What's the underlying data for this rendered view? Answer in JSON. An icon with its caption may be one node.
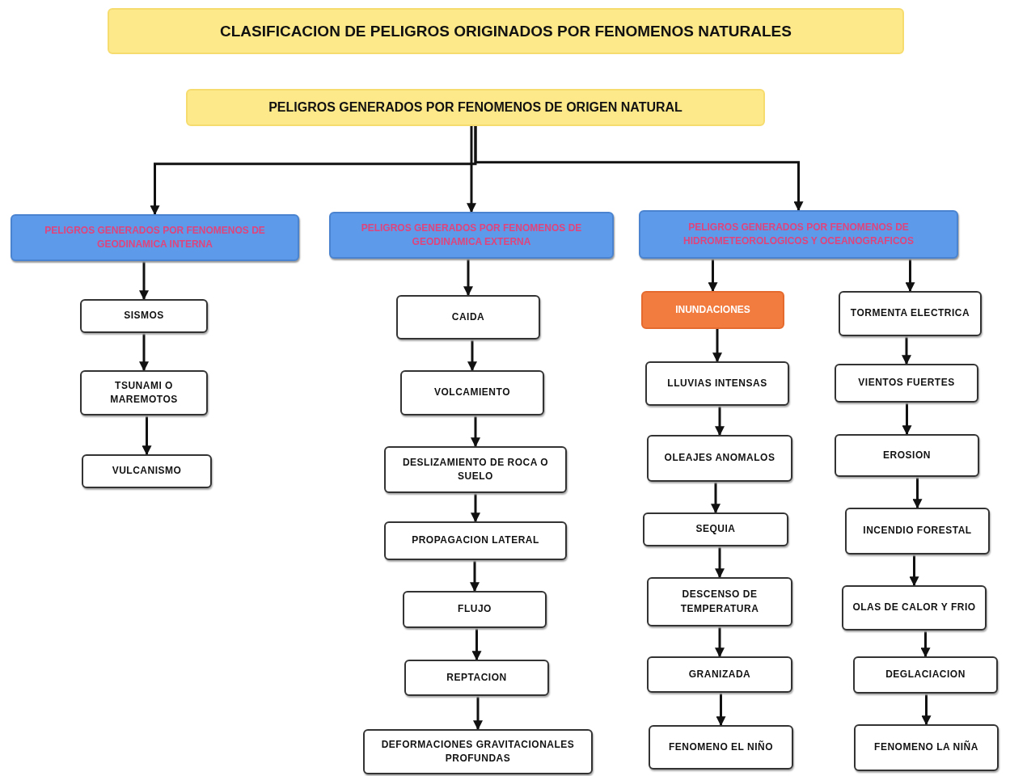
{
  "diagram": {
    "nodes": [
      {
        "text": [
          "CLASIFICACION DE PELIGROS ORIGINADOS POR FENOMENOS NATURALES"
        ]
      },
      {
        "text": [
          "PELIGROS GENERADOS POR FENOMENOS DE ORIGEN NATURAL"
        ]
      },
      {
        "text": [
          "PELIGROS GENERADOS POR FENOMENOS DE GEODINAMICA INTERNA"
        ]
      },
      {
        "text": [
          "PELIGROS GENERADOS POR FENOMENOS DE GEODINAMICA EXTERNA"
        ]
      },
      {
        "text": [
          "PELIGROS GENERADOS POR FENOMENOS DE HIDROMETEOROLOGICOS Y OCEANOGRAFICOS"
        ]
      },
      {
        "text": [
          "SISMOS"
        ]
      },
      {
        "text": [
          "TSUNAMI O MAREMOTOS"
        ]
      },
      {
        "text": [
          "VULCANISMO"
        ]
      },
      {
        "text": [
          "CAIDA"
        ]
      },
      {
        "text": [
          "VOLCAMIENTO"
        ]
      },
      {
        "text": [
          "DESLIZAMIENTO DE ROCA O SUELO"
        ]
      },
      {
        "text": [
          "PROPAGACION LATERAL"
        ]
      },
      {
        "text": [
          "FLUJO"
        ]
      },
      {
        "text": [
          "REPTACION"
        ]
      },
      {
        "text": [
          "DEFORMACIONES GRAVITACIONALES PROFUNDAS"
        ]
      },
      {
        "text": [
          "INUNDACIONES"
        ]
      },
      {
        "text": [
          "LLUVIAS INTENSAS"
        ]
      },
      {
        "text": [
          "OLEAJES ANOMALOS"
        ]
      },
      {
        "text": [
          "SEQUIA"
        ]
      },
      {
        "text": [
          "DESCENSO DE TEMPERATURA"
        ]
      },
      {
        "text": [
          "GRANIZADA"
        ]
      },
      {
        "text": [
          "FENOMENO EL NIÑO"
        ]
      },
      {
        "text": [
          "TORMENTA ELECTRICA"
        ]
      },
      {
        "text": [
          "VIENTOS FUERTES"
        ]
      },
      {
        "text": [
          "EROSION"
        ]
      },
      {
        "text": [
          "INCENDIO FORESTAL"
        ]
      },
      {
        "text": [
          "OLAS DE CALOR Y FRIO"
        ]
      },
      {
        "text": [
          "DEGLACIACION"
        ]
      },
      {
        "text": [
          "FENOMENO LA NIÑA"
        ]
      }
    ],
    "edges": [
      {
        "from": 1,
        "to": 2,
        "arrow": "to"
      },
      {
        "from": 1,
        "to": 3,
        "arrow": "to"
      },
      {
        "from": 1,
        "to": 4,
        "arrow": "to"
      },
      {
        "from": 2,
        "to": 5,
        "arrow": "to"
      },
      {
        "from": 5,
        "to": 6,
        "arrow": "to"
      },
      {
        "from": 6,
        "to": 7,
        "arrow": "to"
      },
      {
        "from": 3,
        "to": 8,
        "arrow": "to"
      },
      {
        "from": 8,
        "to": 9,
        "arrow": "to"
      },
      {
        "from": 9,
        "to": 10,
        "arrow": "to"
      },
      {
        "from": 10,
        "to": 11,
        "arrow": "to"
      },
      {
        "from": 11,
        "to": 12,
        "arrow": "to"
      },
      {
        "from": 12,
        "to": 13,
        "arrow": "to"
      },
      {
        "from": 13,
        "to": 14,
        "arrow": "to"
      },
      {
        "from": 4,
        "to": 15,
        "arrow": "to"
      },
      {
        "from": 15,
        "to": 16,
        "arrow": "to"
      },
      {
        "from": 16,
        "to": 17,
        "arrow": "to"
      },
      {
        "from": 17,
        "to": 18,
        "arrow": "to"
      },
      {
        "from": 18,
        "to": 19,
        "arrow": "to"
      },
      {
        "from": 19,
        "to": 20,
        "arrow": "to"
      },
      {
        "from": 20,
        "to": 21,
        "arrow": "to"
      },
      {
        "from": 4,
        "to": 22,
        "arrow": "to"
      },
      {
        "from": 22,
        "to": 23,
        "arrow": "to"
      },
      {
        "from": 23,
        "to": 24,
        "arrow": "to"
      },
      {
        "from": 24,
        "to": 25,
        "arrow": "to"
      },
      {
        "from": 25,
        "to": 26,
        "arrow": "to"
      },
      {
        "from": 26,
        "to": 27,
        "arrow": "to"
      },
      {
        "from": 27,
        "to": 28,
        "arrow": "to"
      }
    ]
  }
}
